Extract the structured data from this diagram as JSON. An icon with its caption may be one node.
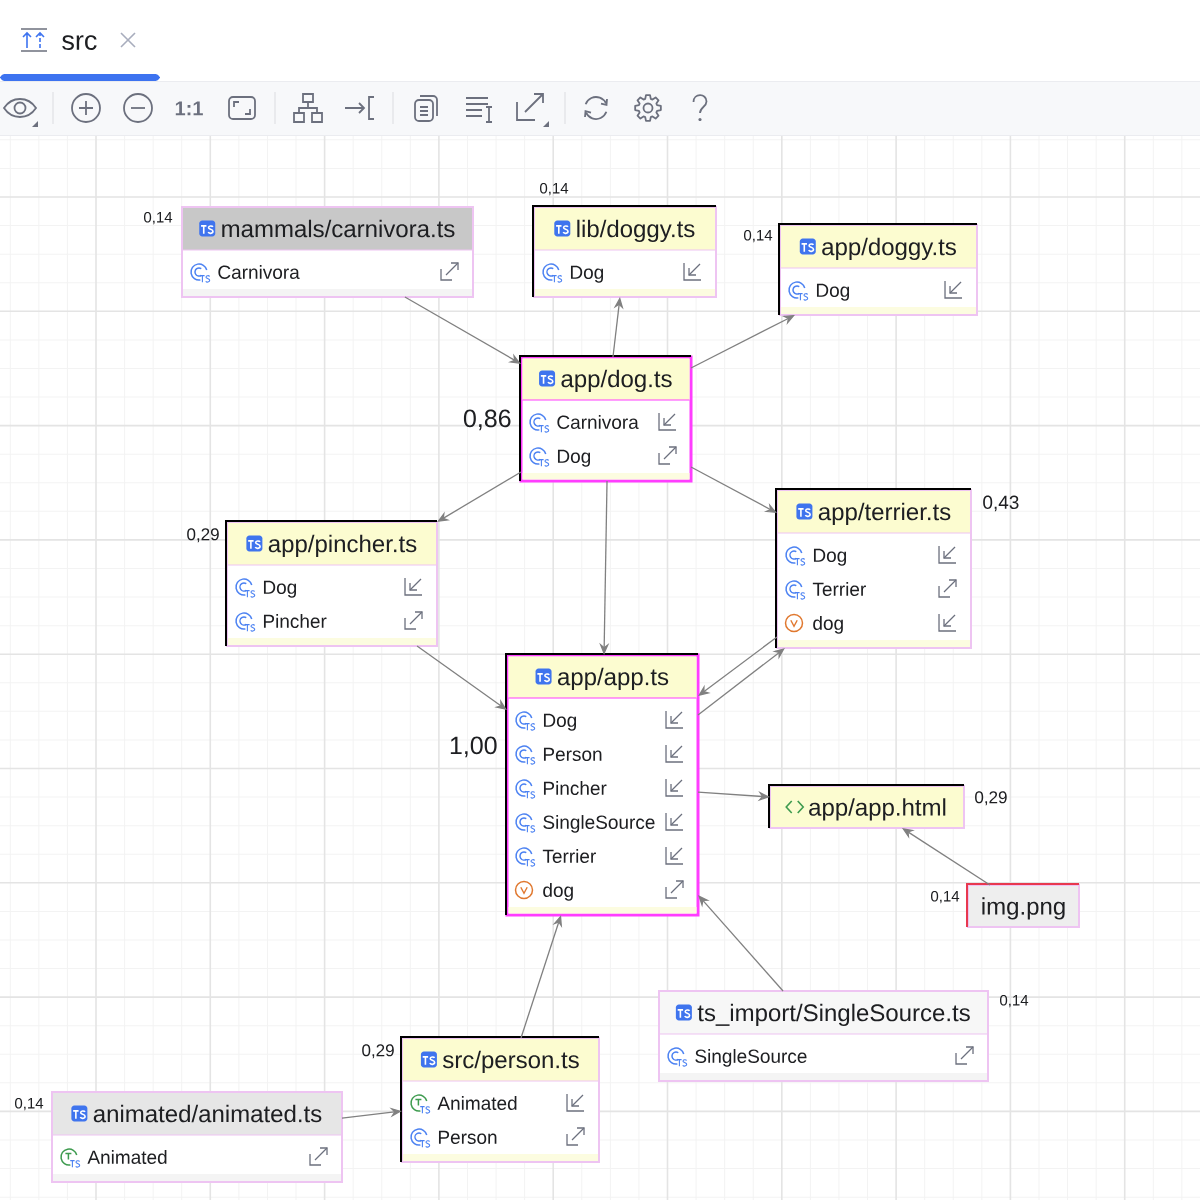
{
  "diagram": {
    "nodes": [
      {
        "text": [
          "mammals/carnivora.ts",
          "Carnivora"
        ],
        "beside": [
          "0,14"
        ]
      },
      {
        "text": [
          "lib/doggy.ts",
          "Dog"
        ],
        "beside": [
          "0,14"
        ]
      },
      {
        "text": [
          "app/doggy.ts",
          "Dog"
        ],
        "beside": [
          "0,14"
        ]
      },
      {
        "text": [
          "app/dog.ts",
          "Carnivora",
          "Dog"
        ],
        "beside": [
          "0,86"
        ]
      },
      {
        "text": [
          "app/pincher.ts",
          "Dog",
          "Pincher"
        ],
        "beside": [
          "0,29"
        ]
      },
      {
        "text": [
          "app/terrier.ts",
          "Dog",
          "Terrier",
          "dog"
        ],
        "beside": [
          "0,43"
        ]
      },
      {
        "text": [
          "app/app.ts",
          "Dog",
          "Person",
          "Pincher",
          "SingleSource",
          "Terrier",
          "dog"
        ],
        "beside": [
          "1,00"
        ]
      },
      {
        "text": [
          "app/app.html"
        ],
        "beside": [
          "0,29"
        ]
      },
      {
        "text": [
          "img.png"
        ],
        "beside": [
          "0,14"
        ]
      },
      {
        "text": [
          "ts_import/SingleSource.ts",
          "SingleSource"
        ],
        "beside": [
          "0,14"
        ]
      },
      {
        "text": [
          "src/person.ts",
          "Animated",
          "Person"
        ],
        "beside": [
          "0,29"
        ]
      },
      {
        "text": [
          "animated/animated.ts",
          "Animated"
        ],
        "beside": [
          "0,14"
        ]
      }
    ],
    "edges": [
      {
        "from": 0,
        "to": 3,
        "arrow": "to"
      },
      {
        "from": 3,
        "to": 1,
        "arrow": "to"
      },
      {
        "from": 3,
        "to": 2,
        "arrow": "to"
      },
      {
        "from": 3,
        "to": 4,
        "arrow": "to"
      },
      {
        "from": 3,
        "to": 5,
        "arrow": "to"
      },
      {
        "from": 3,
        "to": 6,
        "arrow": "to"
      },
      {
        "from": 4,
        "to": 6,
        "arrow": "to"
      },
      {
        "from": 5,
        "to": 6,
        "arrow": "to"
      },
      {
        "from": 6,
        "to": 5,
        "arrow": "to"
      },
      {
        "from": 6,
        "to": 7,
        "arrow": "to"
      },
      {
        "from": 8,
        "to": 7,
        "arrow": "to"
      },
      {
        "from": 9,
        "to": 6,
        "arrow": "to"
      },
      {
        "from": 10,
        "to": 6,
        "arrow": "to"
      },
      {
        "from": 11,
        "to": 10,
        "arrow": "to"
      }
    ],
    "labels": [
      "src",
      "1:1"
    ]
  }
}
